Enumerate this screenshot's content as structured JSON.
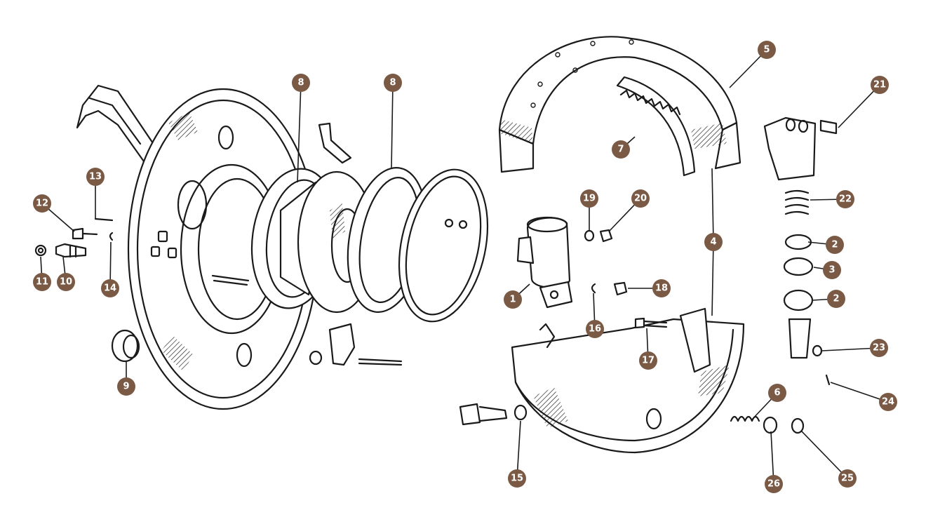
{
  "colors": {
    "callout_fill": "#7b5a45",
    "callout_text": "#ffffff",
    "line_art": "#1a1a1a",
    "background": "#ffffff"
  },
  "callouts": [
    {
      "id": "c1",
      "label": "1"
    },
    {
      "id": "c2a",
      "label": "2"
    },
    {
      "id": "c2b",
      "label": "2"
    },
    {
      "id": "c3",
      "label": "3"
    },
    {
      "id": "c4",
      "label": "4"
    },
    {
      "id": "c5",
      "label": "5"
    },
    {
      "id": "c6",
      "label": "6"
    },
    {
      "id": "c7",
      "label": "7"
    },
    {
      "id": "c8a",
      "label": "8"
    },
    {
      "id": "c8b",
      "label": "8"
    },
    {
      "id": "c9",
      "label": "9"
    },
    {
      "id": "c10",
      "label": "10"
    },
    {
      "id": "c11",
      "label": "11"
    },
    {
      "id": "c12",
      "label": "12"
    },
    {
      "id": "c13",
      "label": "13"
    },
    {
      "id": "c14",
      "label": "14"
    },
    {
      "id": "c15",
      "label": "15"
    },
    {
      "id": "c16",
      "label": "16"
    },
    {
      "id": "c17",
      "label": "17"
    },
    {
      "id": "c18",
      "label": "18"
    },
    {
      "id": "c19",
      "label": "19"
    },
    {
      "id": "c20",
      "label": "20"
    },
    {
      "id": "c21",
      "label": "21"
    },
    {
      "id": "c22",
      "label": "22"
    },
    {
      "id": "c23",
      "label": "23"
    },
    {
      "id": "c24",
      "label": "24"
    },
    {
      "id": "c25",
      "label": "25"
    },
    {
      "id": "c26",
      "label": "26"
    }
  ]
}
